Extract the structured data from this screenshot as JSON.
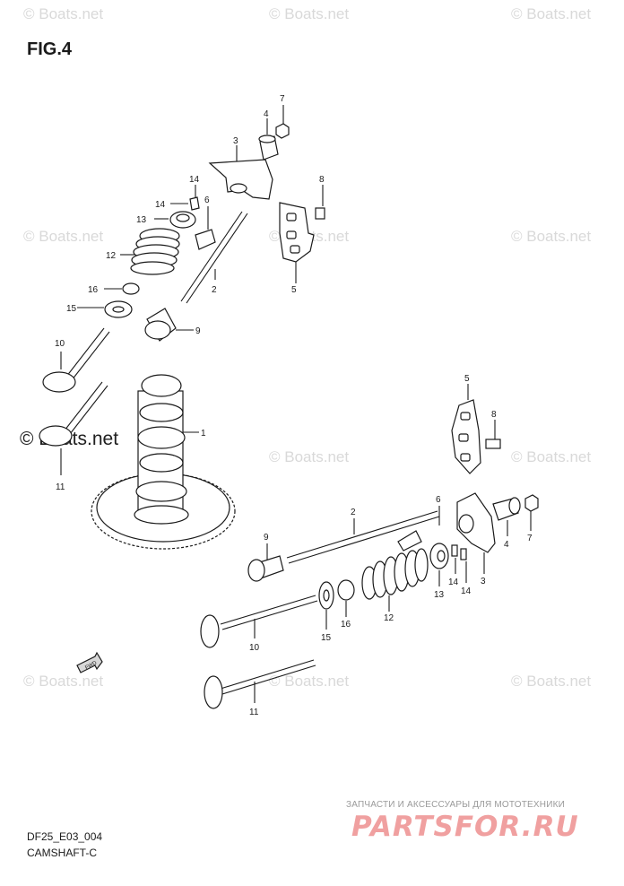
{
  "figure": {
    "title": "FIG.4"
  },
  "watermarks": [
    "© Boats.net",
    "© Boats.net",
    "© Boats.net",
    "© Boats.net",
    "© Boats.net",
    "© Boats.net",
    "© Boats.net",
    "© Boats.net",
    "© Boats.net",
    "© Boats.net",
    "© Boats.net",
    "© Boats.net"
  ],
  "callouts_upper": [
    "7",
    "4",
    "3",
    "8",
    "14",
    "14",
    "6",
    "13",
    "5",
    "12",
    "2",
    "16",
    "15",
    "9",
    "10",
    "1",
    "11"
  ],
  "callouts_lower": [
    "5",
    "8",
    "6",
    "2",
    "9",
    "4",
    "7",
    "13",
    "14",
    "14",
    "3",
    "12",
    "16",
    "15",
    "10",
    "11"
  ],
  "arrow_label": "FWD",
  "footer": {
    "code": "DF25_E03_004",
    "name": "CAMSHAFT-C"
  },
  "brand": {
    "tagline": "ЗАПЧАСТИ И АКСЕССУАРЫ ДЛЯ МОТОТЕХНИКИ",
    "logo": "PARTSFOR.RU"
  }
}
